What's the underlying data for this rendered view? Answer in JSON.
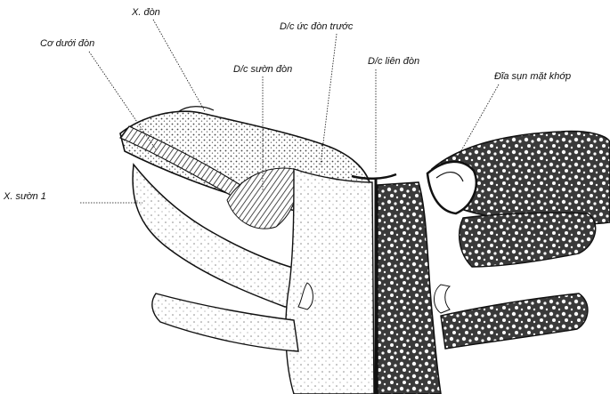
{
  "labels": {
    "x_don": "X. đòn",
    "co_duoi_don": "Cơ dưới đòn",
    "dc_uc_don_truoc": "D/c ức đòn trước",
    "dc_suon_don": "D/c sườn đòn",
    "dc_lien_don": "D/c liên đòn",
    "dia_sun_mat_khop": "Đĩa sụn mặt khớp",
    "x_suon_1": "X. sườn 1"
  },
  "colors": {
    "ink": "#111111",
    "paper": "#ffffff"
  }
}
